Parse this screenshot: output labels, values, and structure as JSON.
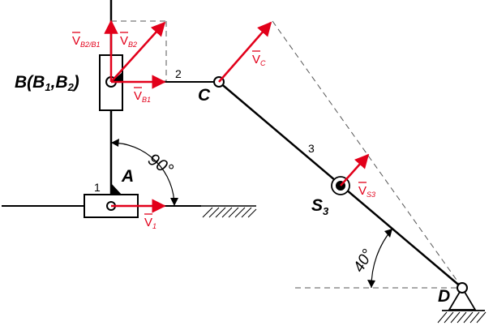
{
  "colors": {
    "vector": "#e2001a",
    "line": "#000000",
    "dashed": "#555555",
    "hatch": "#000000"
  },
  "labels": {
    "point_b": "B(B",
    "point_b_sub1": "1",
    "point_b_sep": ",B",
    "point_b_sub2": "2",
    "point_b_close": ")",
    "point_a": "A",
    "point_c": "C",
    "point_d": "D",
    "point_s": "S",
    "point_s_sub": "3",
    "link_1": "1",
    "link_2": "2",
    "link_3": "3",
    "angle_90": "90°",
    "angle_40": "40°"
  },
  "vectors": {
    "v_b2b1": "V",
    "v_b2b1_sub": "B2/B1",
    "v_b2": "V",
    "v_b2_sub": "B2",
    "v_b1": "V",
    "v_b1_sub": "B1",
    "v_c": "V",
    "v_c_sub": "C",
    "v_s3": "V",
    "v_s3_sub": "S3",
    "v_1": "V",
    "v_1_sub": "1"
  }
}
